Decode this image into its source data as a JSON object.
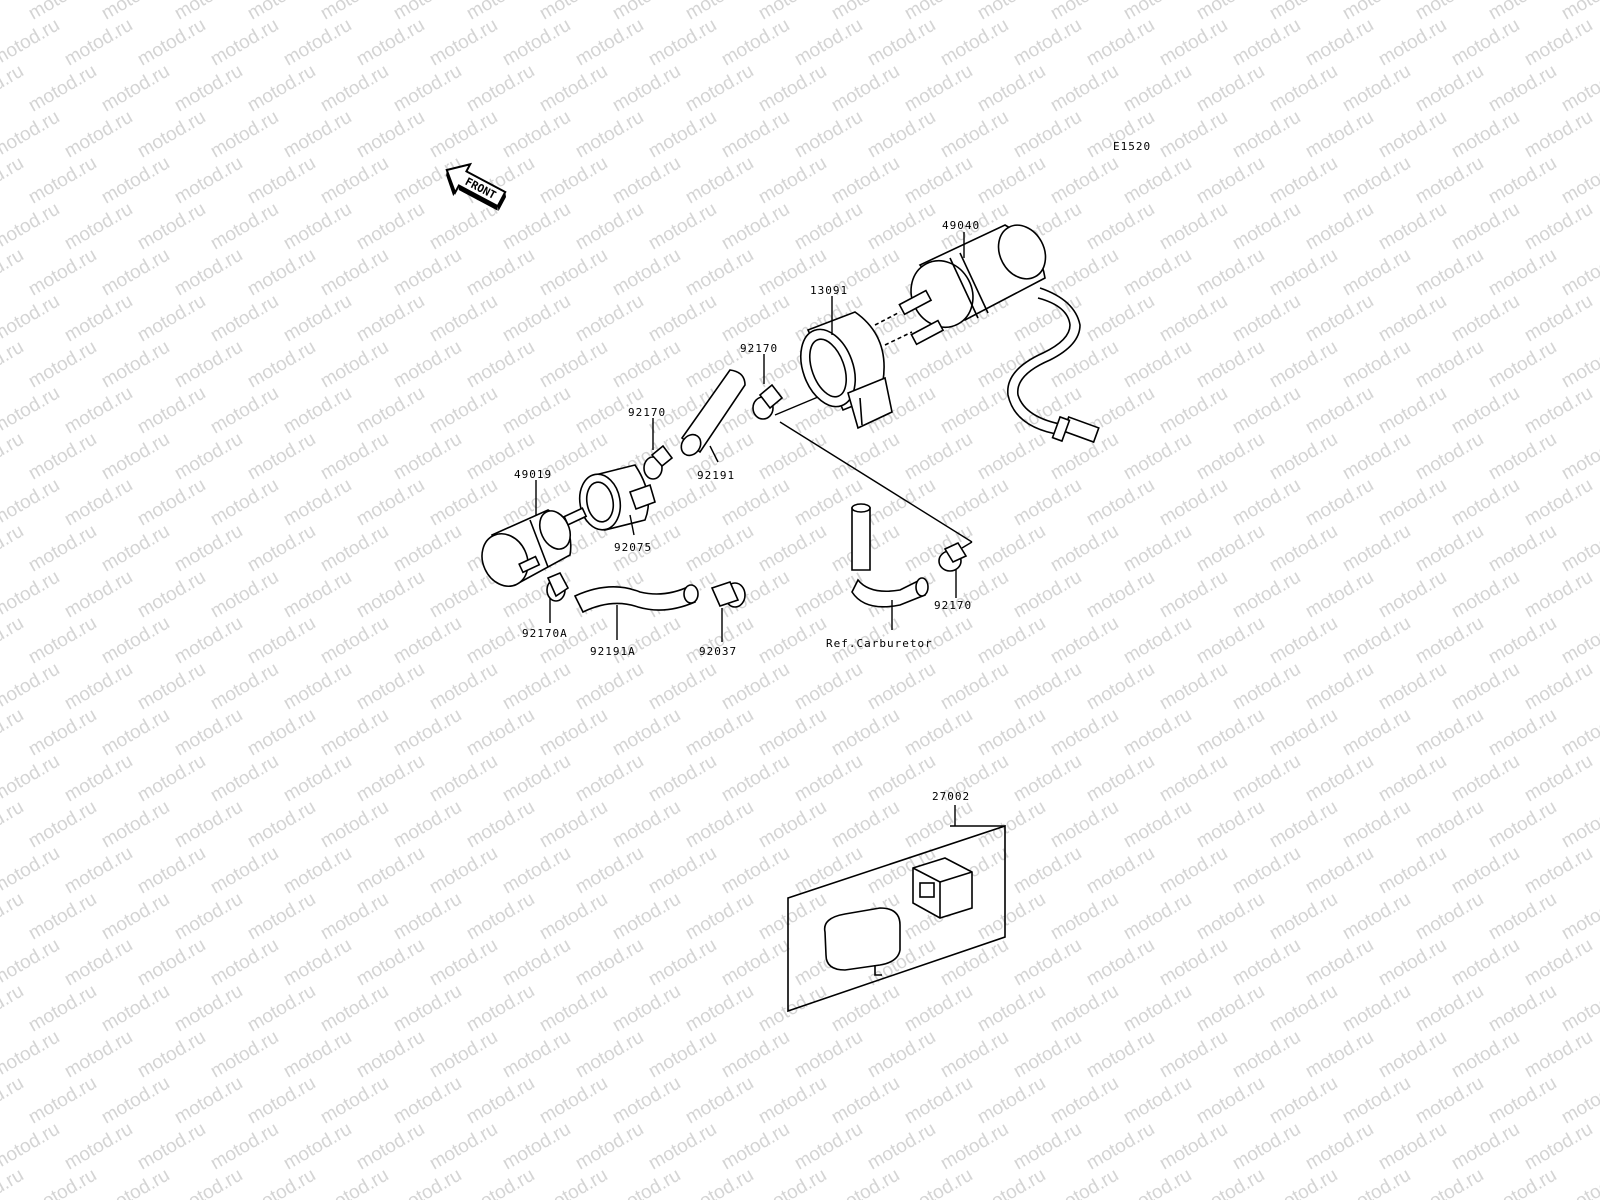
{
  "diagram_code": "E1520",
  "front_label": "FRONT",
  "watermark": "motod.ru",
  "parts": {
    "p49040": "49040",
    "p13091": "13091",
    "p92170_a": "92170",
    "p92170_b": "92170",
    "p92170_c": "92170",
    "p92191": "92191",
    "p49019": "49019",
    "p92075": "92075",
    "p92170A": "92170A",
    "p92191A": "92191A",
    "p92037": "92037",
    "p27002": "27002"
  },
  "ref_carburetor": "Ref.Carburetor"
}
